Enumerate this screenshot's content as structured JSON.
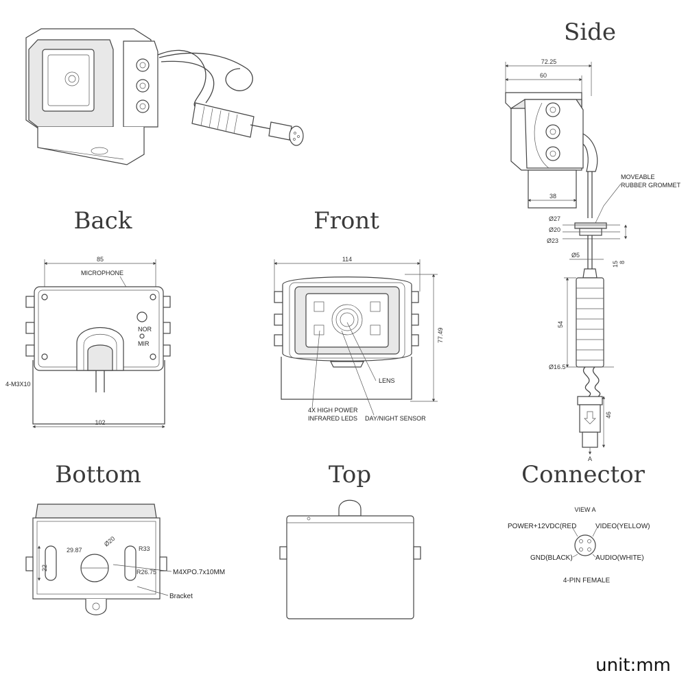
{
  "titles": {
    "side": "Side",
    "back": "Back",
    "front": "Front",
    "bottom": "Bottom",
    "top": "Top",
    "connector": "Connector"
  },
  "unit": "unit:mm",
  "side_view": {
    "dims": {
      "d72_25": "72.25",
      "d60": "60",
      "d38": "38",
      "d27": "Ø27",
      "d20": "Ø20",
      "d23": "Ø23",
      "d5": "Ø5",
      "d15": "15",
      "d8": "8",
      "d54": "54",
      "d16_5": "Ø16.5",
      "d46": "46"
    },
    "grommet_label_1": "MOVEABLE",
    "grommet_label_2": "RUBBER GROMMET",
    "view_marker": "A"
  },
  "back_view": {
    "dims": {
      "d85": "85",
      "d102": "102"
    },
    "microphone": "MICROPHONE",
    "screw_label": "4-M3X10",
    "switch_top": "NOR",
    "switch_bottom": "MIR"
  },
  "front_view": {
    "dims": {
      "d114": "114",
      "d77_49": "77.49"
    },
    "lens": "LENS",
    "leds_1": "4X HIGH POWER",
    "leds_2": "INFRARED LEDS",
    "sensor": "DAY/NIGHT SENSOR"
  },
  "bottom_view": {
    "dims": {
      "d29_87": "29.87",
      "d20": "Ø20",
      "r33": "R33",
      "d22": "22",
      "r26_75": "R26.75"
    },
    "screw": "M4XPO.7x10MM",
    "bracket": "Bracket"
  },
  "connector": {
    "view": "VIEW A",
    "power": "POWER+12VDC(RED",
    "video": "VIDEO(YELLOW)",
    "gnd": "GND(BLACK)",
    "audio": "AUDIO(WHITE)",
    "type": "4-PIN FEMALE"
  }
}
